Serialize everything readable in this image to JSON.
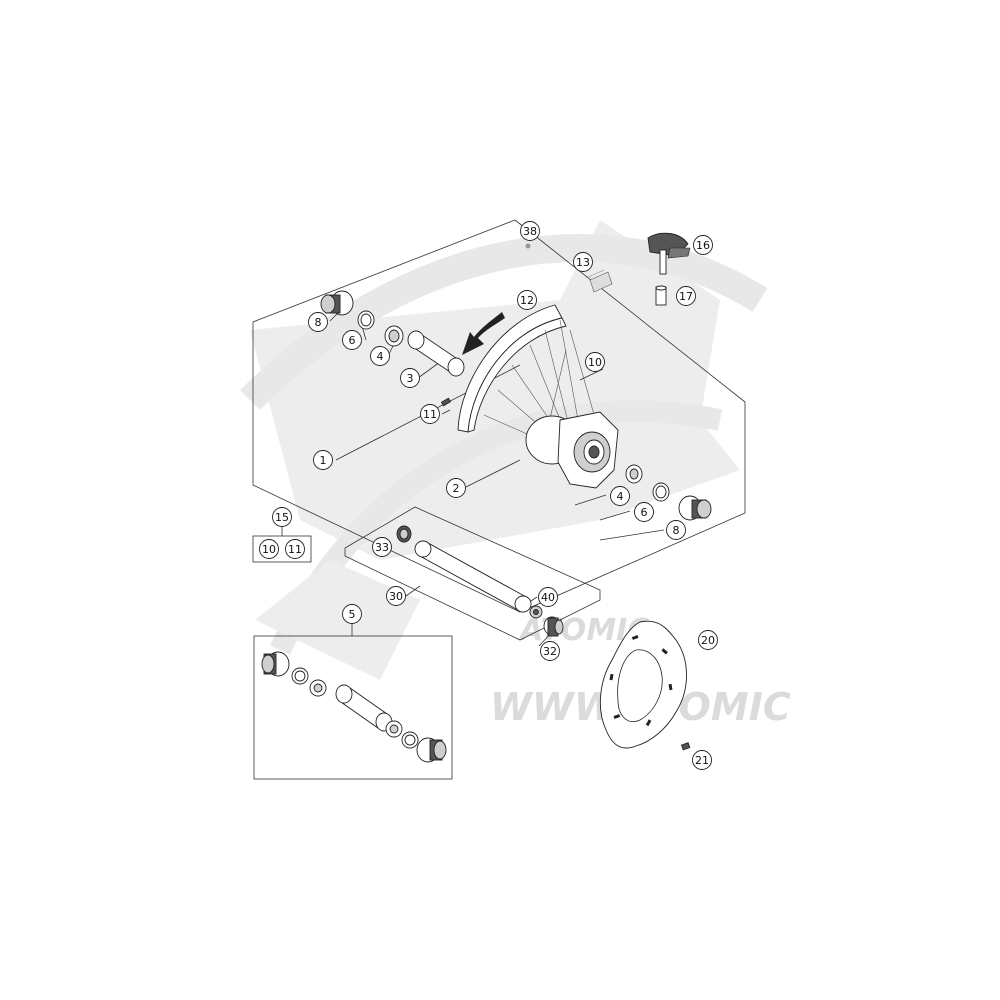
{
  "watermark": {
    "brand": "ATOMIC",
    "url": "WWW.ATOMIC"
  },
  "callouts": [
    {
      "id": "c1",
      "label": "1"
    },
    {
      "id": "c2",
      "label": "2"
    },
    {
      "id": "c3",
      "label": "3"
    },
    {
      "id": "c4a",
      "label": "4"
    },
    {
      "id": "c4b",
      "label": "4"
    },
    {
      "id": "c5",
      "label": "5"
    },
    {
      "id": "c6a",
      "label": "6"
    },
    {
      "id": "c6b",
      "label": "6"
    },
    {
      "id": "c8a",
      "label": "8"
    },
    {
      "id": "c8b",
      "label": "8"
    },
    {
      "id": "c10",
      "label": "10"
    },
    {
      "id": "c10k",
      "label": "10"
    },
    {
      "id": "c11",
      "label": "11"
    },
    {
      "id": "c11k",
      "label": "11"
    },
    {
      "id": "c12",
      "label": "12"
    },
    {
      "id": "c13",
      "label": "13"
    },
    {
      "id": "c15",
      "label": "15"
    },
    {
      "id": "c16",
      "label": "16"
    },
    {
      "id": "c17",
      "label": "17"
    },
    {
      "id": "c20",
      "label": "20"
    },
    {
      "id": "c21",
      "label": "21"
    },
    {
      "id": "c30",
      "label": "30"
    },
    {
      "id": "c32",
      "label": "32"
    },
    {
      "id": "c33",
      "label": "33"
    },
    {
      "id": "c38",
      "label": "38"
    },
    {
      "id": "c40",
      "label": "40"
    }
  ]
}
